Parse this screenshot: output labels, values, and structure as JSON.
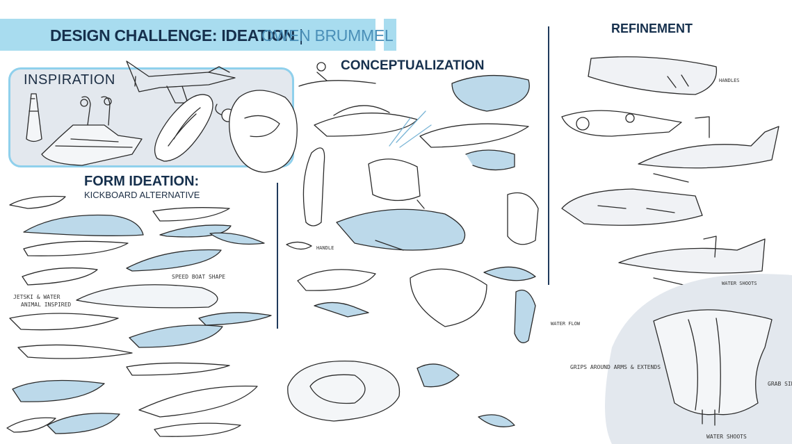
{
  "header": {
    "title": "DESIGN CHALLENGE: IDEATION",
    "separator": "|",
    "author": "OWEN BRUMMEL"
  },
  "sections": {
    "inspiration": "INSPIRATION",
    "form_ideation": "FORM IDEATION:",
    "form_subtitle": "KICKBOARD ALTERNATIVE",
    "conceptualization": "CONCEPTUALIZATION",
    "refinement": "REFINEMENT"
  },
  "notes": {
    "speed_boat": "SPEED BOAT SHAPE",
    "jetski": "JETSKI & WATER",
    "animal": "ANIMAL INSPIRED",
    "handle": "HANDLE",
    "water_flow": "WATER FLOW",
    "grab_sides": "GRAB SIDES",
    "water_shoots": "WATER SHOOTS",
    "grips": "GRIPS AROUND ARMS & EXTENDS",
    "handles": "HANDLES",
    "water_shoots_2": "WATER SHOOTS"
  },
  "colors": {
    "banner": "#a8dcef",
    "title": "#16304d",
    "author": "#4a8fb8",
    "accent_fill": "#bcd9ea"
  }
}
